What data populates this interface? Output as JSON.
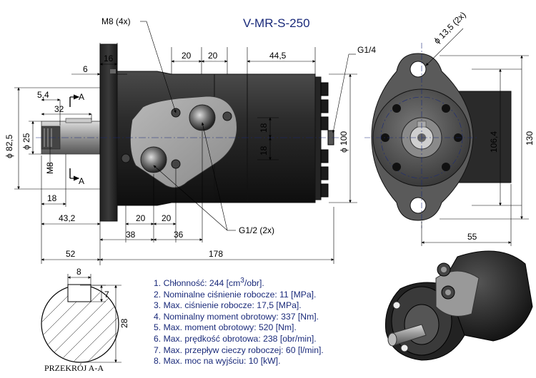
{
  "title": "V-MR-S-250",
  "section_label": "PRZEKRÓJ A-A",
  "callouts": {
    "m8_4x": "M8 (4x)",
    "g14": "G1/4",
    "g12_2x": "G1/2 (2x)",
    "hole_13_5": "ϕ 13,5 (2x)",
    "thread_m8": "M8",
    "section_a_top": "A",
    "section_a_bottom": "A"
  },
  "dimensions": {
    "d16": "16",
    "d20a": "20",
    "d20b": "20",
    "d44_5": "44,5",
    "d6": "6",
    "d5_4": "5,4",
    "d32": "32",
    "d82_5": "ϕ 82,5",
    "d25": "ϕ 25",
    "d18_left": "18",
    "d43_2": "43,2",
    "d20c": "20",
    "d20d": "20",
    "d38": "38",
    "d36": "36",
    "d52": "52",
    "d178": "178",
    "d100": "ϕ 100",
    "d18_port_a": "18",
    "d18_port_b": "18",
    "d106_4": "106,4",
    "d130": "130",
    "d55": "55",
    "key_8": "8",
    "key_7": "7",
    "key_28": "28"
  },
  "specs": [
    {
      "num": "1.",
      "label": "Chłonność: 244 [cm",
      "sup": "3",
      "tail": "/obr]."
    },
    {
      "num": "2.",
      "label": "Nominalne ciśnienie robocze: 11 [MPa].",
      "sup": "",
      "tail": ""
    },
    {
      "num": "3.",
      "label": "Max. ciśnienie robocze: 17,5 [MPa].",
      "sup": "",
      "tail": ""
    },
    {
      "num": "4.",
      "label": "Nominalny moment obrotowy: 337 [Nm].",
      "sup": "",
      "tail": ""
    },
    {
      "num": "5.",
      "label": "Max. moment obrotowy: 520 [Nm].",
      "sup": "",
      "tail": ""
    },
    {
      "num": "6.",
      "label": "Max. prędkość obrotowa: 238 [obr/min].",
      "sup": "",
      "tail": ""
    },
    {
      "num": "7.",
      "label": "Max. przepływ cieczy roboczej: 60 [l/min].",
      "sup": "",
      "tail": ""
    },
    {
      "num": "8.",
      "label": "Max. moc na wyjściu: 10 [kW].",
      "sup": "",
      "tail": ""
    }
  ]
}
